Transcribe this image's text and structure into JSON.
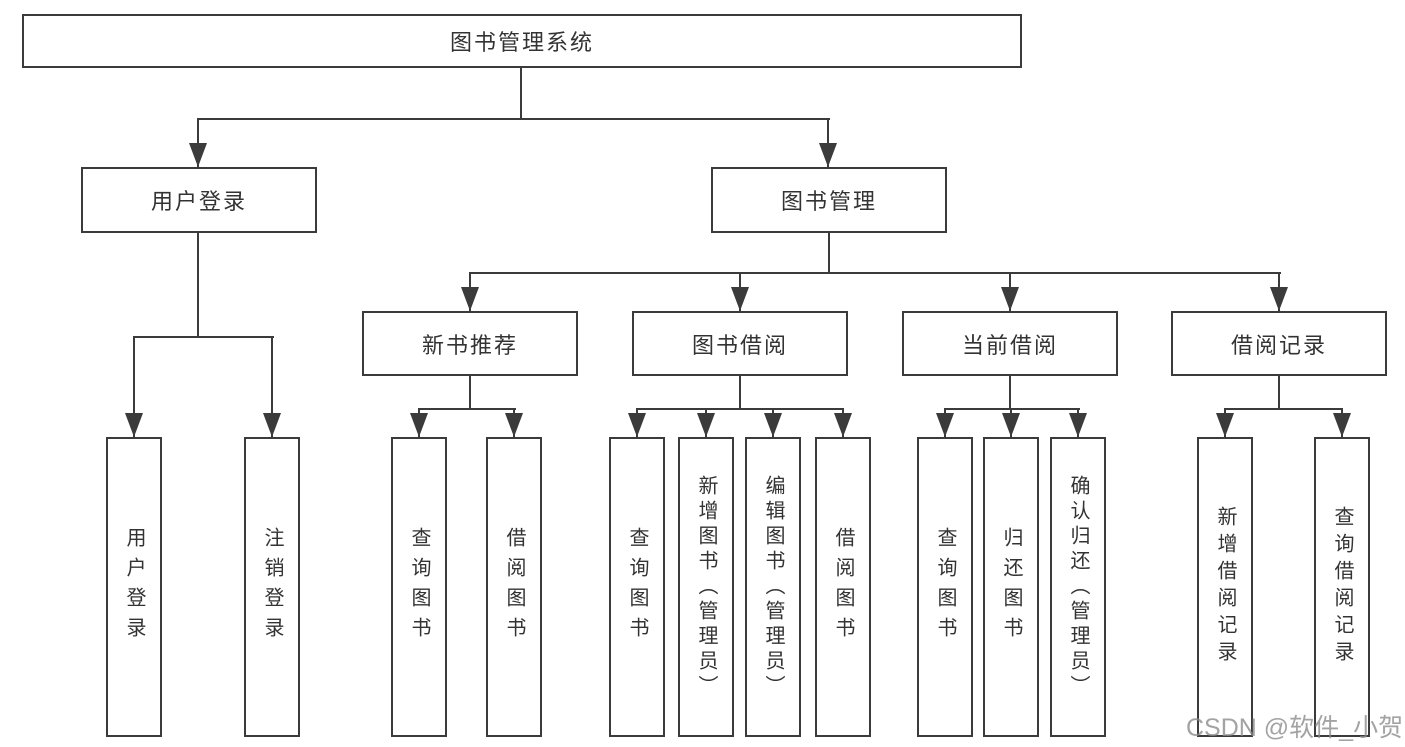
{
  "tree": {
    "label": "图书管理系统",
    "children": [
      {
        "label": "用户登录",
        "children": [
          {
            "label": "用户登录"
          },
          {
            "label": "注销登录"
          }
        ]
      },
      {
        "label": "图书管理",
        "children": [
          {
            "label": "新书推荐",
            "children": [
              {
                "label": "查询图书"
              },
              {
                "label": "借阅图书"
              }
            ]
          },
          {
            "label": "图书借阅",
            "children": [
              {
                "label": "查询图书"
              },
              {
                "label": "新增图书（管理员）"
              },
              {
                "label": "编辑图书（管理员）"
              },
              {
                "label": "借阅图书"
              }
            ]
          },
          {
            "label": "当前借阅",
            "children": [
              {
                "label": "查询图书"
              },
              {
                "label": "归还图书"
              },
              {
                "label": "确认归还（管理员）"
              }
            ]
          },
          {
            "label": "借阅记录",
            "children": [
              {
                "label": "新增借阅记录"
              },
              {
                "label": "查询借阅记录"
              }
            ]
          }
        ]
      }
    ]
  },
  "watermark": "CSDN @软件_小贺同学",
  "colors": {
    "line": "#3b3b3b",
    "text": "#333333",
    "watermark": "#8c8c8c",
    "background": "#ffffff"
  }
}
